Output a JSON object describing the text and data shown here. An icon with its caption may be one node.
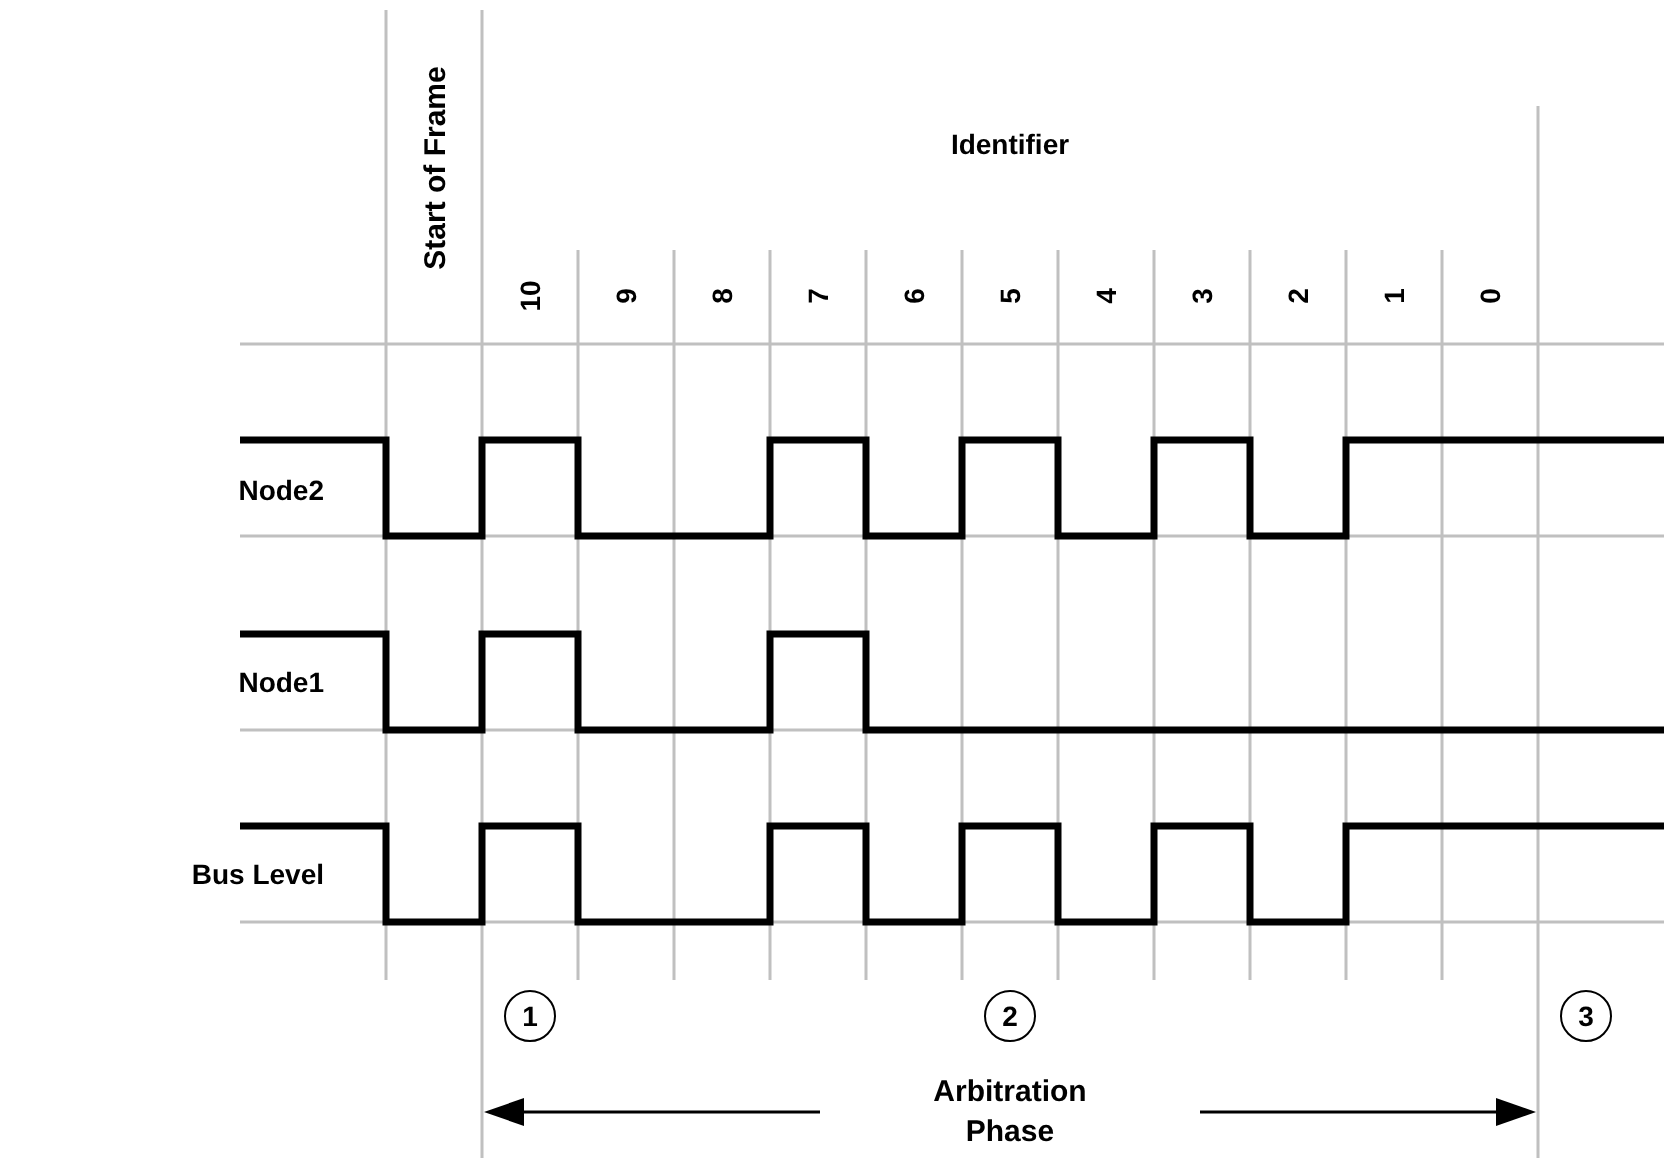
{
  "diagram": {
    "labels": [
      "Start of Frame",
      "Identifier",
      "10",
      "9",
      "8",
      "7",
      "6",
      "5",
      "4",
      "3",
      "2",
      "1",
      "0",
      "Node2",
      "Node1",
      "Bus Level",
      "1",
      "2",
      "3",
      "Arbitration Phase"
    ]
  }
}
